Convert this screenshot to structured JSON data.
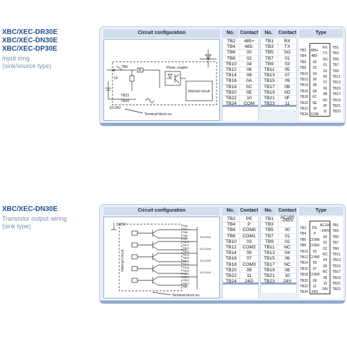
{
  "section1": {
    "titles": [
      "XBC/XEC-DR30E",
      "XBC/XEC-DN30E",
      "XBC/XEC-DP30E"
    ],
    "subtitles": [
      "Input iring",
      "(sink/source type)"
    ],
    "headers": {
      "circuit": "Circuit configuration",
      "no": "No.",
      "contact": "Contact",
      "type": "Type"
    },
    "circuit_labels": {
      "photo_coupler": "Photo coupler",
      "internal_circuit": "Internal circuit",
      "terminal_block": "Terminal block no.",
      "dc": "DC24V",
      "tb_a": "TB6",
      "tb_b": "TB23",
      "tb_c": "TB24",
      "r": "R",
      "num": "10"
    },
    "col1": [
      [
        "TB2",
        "485+"
      ],
      [
        "TB4",
        "485-"
      ],
      [
        "TB6",
        "00"
      ],
      [
        "TB8",
        "02"
      ],
      [
        "TB10",
        "04"
      ],
      [
        "TB12",
        "06"
      ],
      [
        "TB14",
        "08"
      ],
      [
        "TB16",
        "0A"
      ],
      [
        "TB18",
        "0C"
      ],
      [
        "TB20",
        "0E"
      ],
      [
        "TB22",
        "10"
      ],
      [
        "TB24",
        "COM"
      ]
    ],
    "col2": [
      [
        "TB1",
        "RX"
      ],
      [
        "TB3",
        "TX"
      ],
      [
        "TB5",
        "SG"
      ],
      [
        "TB7",
        "01"
      ],
      [
        "TB9",
        "03"
      ],
      [
        "TB11",
        "05"
      ],
      [
        "TB13",
        "07"
      ],
      [
        "TB15",
        "09"
      ],
      [
        "TB17",
        "0B"
      ],
      [
        "TB19",
        "0D"
      ],
      [
        "TB21",
        "0F"
      ],
      [
        "TB23",
        "11"
      ]
    ],
    "type_left": [
      "TB2",
      "TB4",
      "TB6",
      "TB8",
      "TB10",
      "TB12",
      "TB14",
      "TB16",
      "TB18",
      "TB20",
      "TB22",
      "TB24"
    ],
    "type_right": [
      "TB1",
      "TB3",
      "TB5",
      "TB7",
      "TB9",
      "TB11",
      "TB13",
      "TB15",
      "TB17",
      "TB19",
      "TB21",
      "TB23"
    ],
    "type_mid_left": [
      "485+",
      "485-",
      "00",
      "02",
      "04",
      "06",
      "08",
      "0A",
      "0C",
      "0E",
      "10",
      "COM"
    ],
    "type_mid_right": [
      "RX",
      "TX",
      "SG",
      "01",
      "03",
      "05",
      "07",
      "09",
      "0B",
      "0D",
      "0F",
      "11"
    ]
  },
  "section2": {
    "titles": [
      "XBC/XEC-DN30E"
    ],
    "subtitles": [
      "Transistor output wiring",
      "(sink type)"
    ],
    "headers": {
      "circuit": "Circuit configuration",
      "no": "No.",
      "contact": "Contact",
      "type": "Type"
    },
    "circuit_labels": {
      "internal_circuit": "Internal circuit",
      "terminal_block": "Terminal block no.",
      "dc": "DC5V",
      "tb_labels": [
        "TB5",
        "TB7",
        "TB6",
        "TB8",
        "TB9",
        "TB10",
        "TB11",
        "TB12",
        "TB13",
        "TB14",
        "TB15",
        "TB16",
        "TB17",
        "TB18",
        "TB19",
        "TB20",
        "TB21",
        "TB22",
        "TB23",
        "TB4"
      ],
      "dc24": "DC12/24V"
    },
    "col1": [
      [
        "TB2",
        "PE"
      ],
      [
        "TB4",
        "P"
      ],
      [
        "TB6",
        "COM0"
      ],
      [
        "TB8",
        "COM1"
      ],
      [
        "TB10",
        "03"
      ],
      [
        "TB12",
        "COM2"
      ],
      [
        "TB14",
        "05"
      ],
      [
        "TB16",
        "07"
      ],
      [
        "TB18",
        "COM3"
      ],
      [
        "TB20",
        "09"
      ],
      [
        "TB22",
        "11"
      ],
      [
        "TB24",
        "24G"
      ]
    ],
    "col2": [
      [
        "TB1",
        "AC100\n-240V"
      ],
      [
        "TB3",
        ""
      ],
      [
        "TB5",
        "00"
      ],
      [
        "TB7",
        "01"
      ],
      [
        "TB9",
        "02"
      ],
      [
        "TB11",
        "NC"
      ],
      [
        "TB13",
        "04"
      ],
      [
        "TB15",
        "06"
      ],
      [
        "TB17",
        "NC"
      ],
      [
        "TB19",
        "08"
      ],
      [
        "TB21",
        "10"
      ],
      [
        "TB23",
        "24V"
      ]
    ],
    "type_left": [
      "TB2",
      "TB4",
      "TB6",
      "TB8",
      "TB10",
      "TB12",
      "TB14",
      "TB16",
      "TB18",
      "TB20",
      "TB22",
      "TB24"
    ],
    "type_right": [
      "TB1",
      "TB3",
      "TB5",
      "TB7",
      "TB9",
      "TB11",
      "TB13",
      "TB15",
      "TB17",
      "TB19",
      "TB21",
      "TB23"
    ],
    "type_mid_left": [
      "PE",
      "P",
      "COM0",
      "COM1",
      "03",
      "COM2",
      "05",
      "07",
      "COM3",
      "09",
      "11",
      "24G"
    ],
    "type_mid_right": [
      "AC100",
      "-240V",
      "00",
      "01",
      "02",
      "NC",
      "04",
      "06",
      "NC",
      "08",
      "10",
      "24V"
    ]
  }
}
